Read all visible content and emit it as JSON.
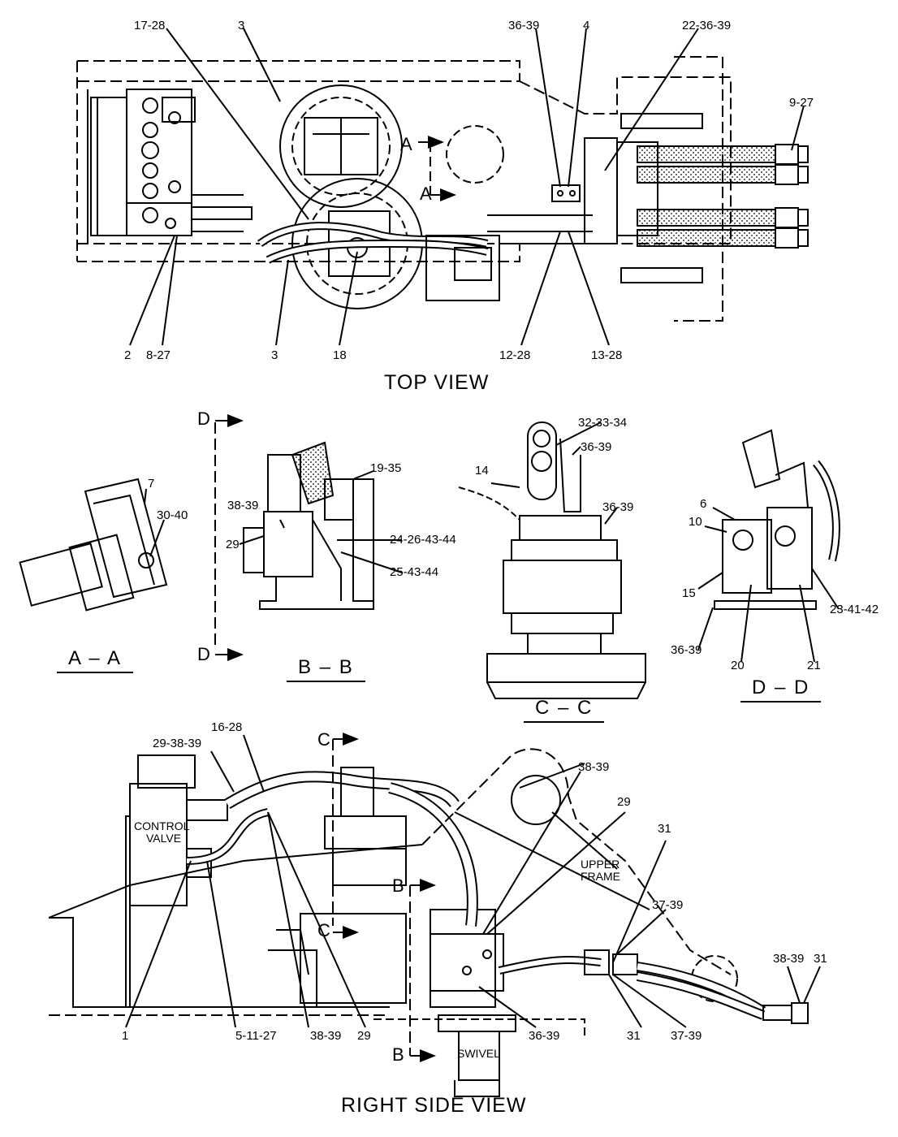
{
  "views": {
    "top": "TOP  VIEW",
    "right_side": "RIGHT  SIDE  VIEW"
  },
  "sections": {
    "aa": "A – A",
    "bb": "B – B",
    "cc": "C – C",
    "dd": "D – D"
  },
  "section_markers": {
    "a": "A",
    "b": "B",
    "c": "C",
    "d": "D"
  },
  "inline_labels": {
    "control_valve_1": "CONTROL",
    "control_valve_2": "VALVE",
    "upper_frame_1": "UPPER",
    "upper_frame_2": "FRAME",
    "swivel": "SWIVEL"
  },
  "callouts": {
    "top": {
      "c17_28": "17-28",
      "c3a": "3",
      "c36_39": "36-39",
      "c4": "4",
      "c22_36_39": "22-36-39",
      "c9_27": "9-27",
      "c2": "2",
      "c8_27": "8-27",
      "c3b": "3",
      "c18": "18",
      "c12_28": "12-28",
      "c13_28": "13-28"
    },
    "aa": {
      "c7": "7",
      "c30_40": "30-40"
    },
    "bb": {
      "c19_35": "19-35",
      "c38_39": "38-39",
      "c29": "29",
      "c24_26_43_44": "24-26-43-44",
      "c25_43_44": "25-43-44"
    },
    "cc": {
      "c32_33_34": "32-33-34",
      "c36_39a": "36-39",
      "c14": "14",
      "c36_39b": "36-39"
    },
    "dd": {
      "c6": "6",
      "c10": "10",
      "c15": "15",
      "c36_39": "36-39",
      "c20": "20",
      "c21": "21",
      "c23_41_42": "23-41-42"
    },
    "side": {
      "c16_28": "16-28",
      "c29_38_39": "29-38-39",
      "c38_39a": "38-39",
      "c29a": "29",
      "c31a": "31",
      "c37_39a": "37-39",
      "c38_39b": "38-39",
      "c31b": "31",
      "c1": "1",
      "c5_11_27": "5-11-27",
      "c38_39c": "38-39",
      "c29b": "29",
      "c36_39": "36-39",
      "c31c": "31",
      "c37_39b": "37-39"
    }
  }
}
